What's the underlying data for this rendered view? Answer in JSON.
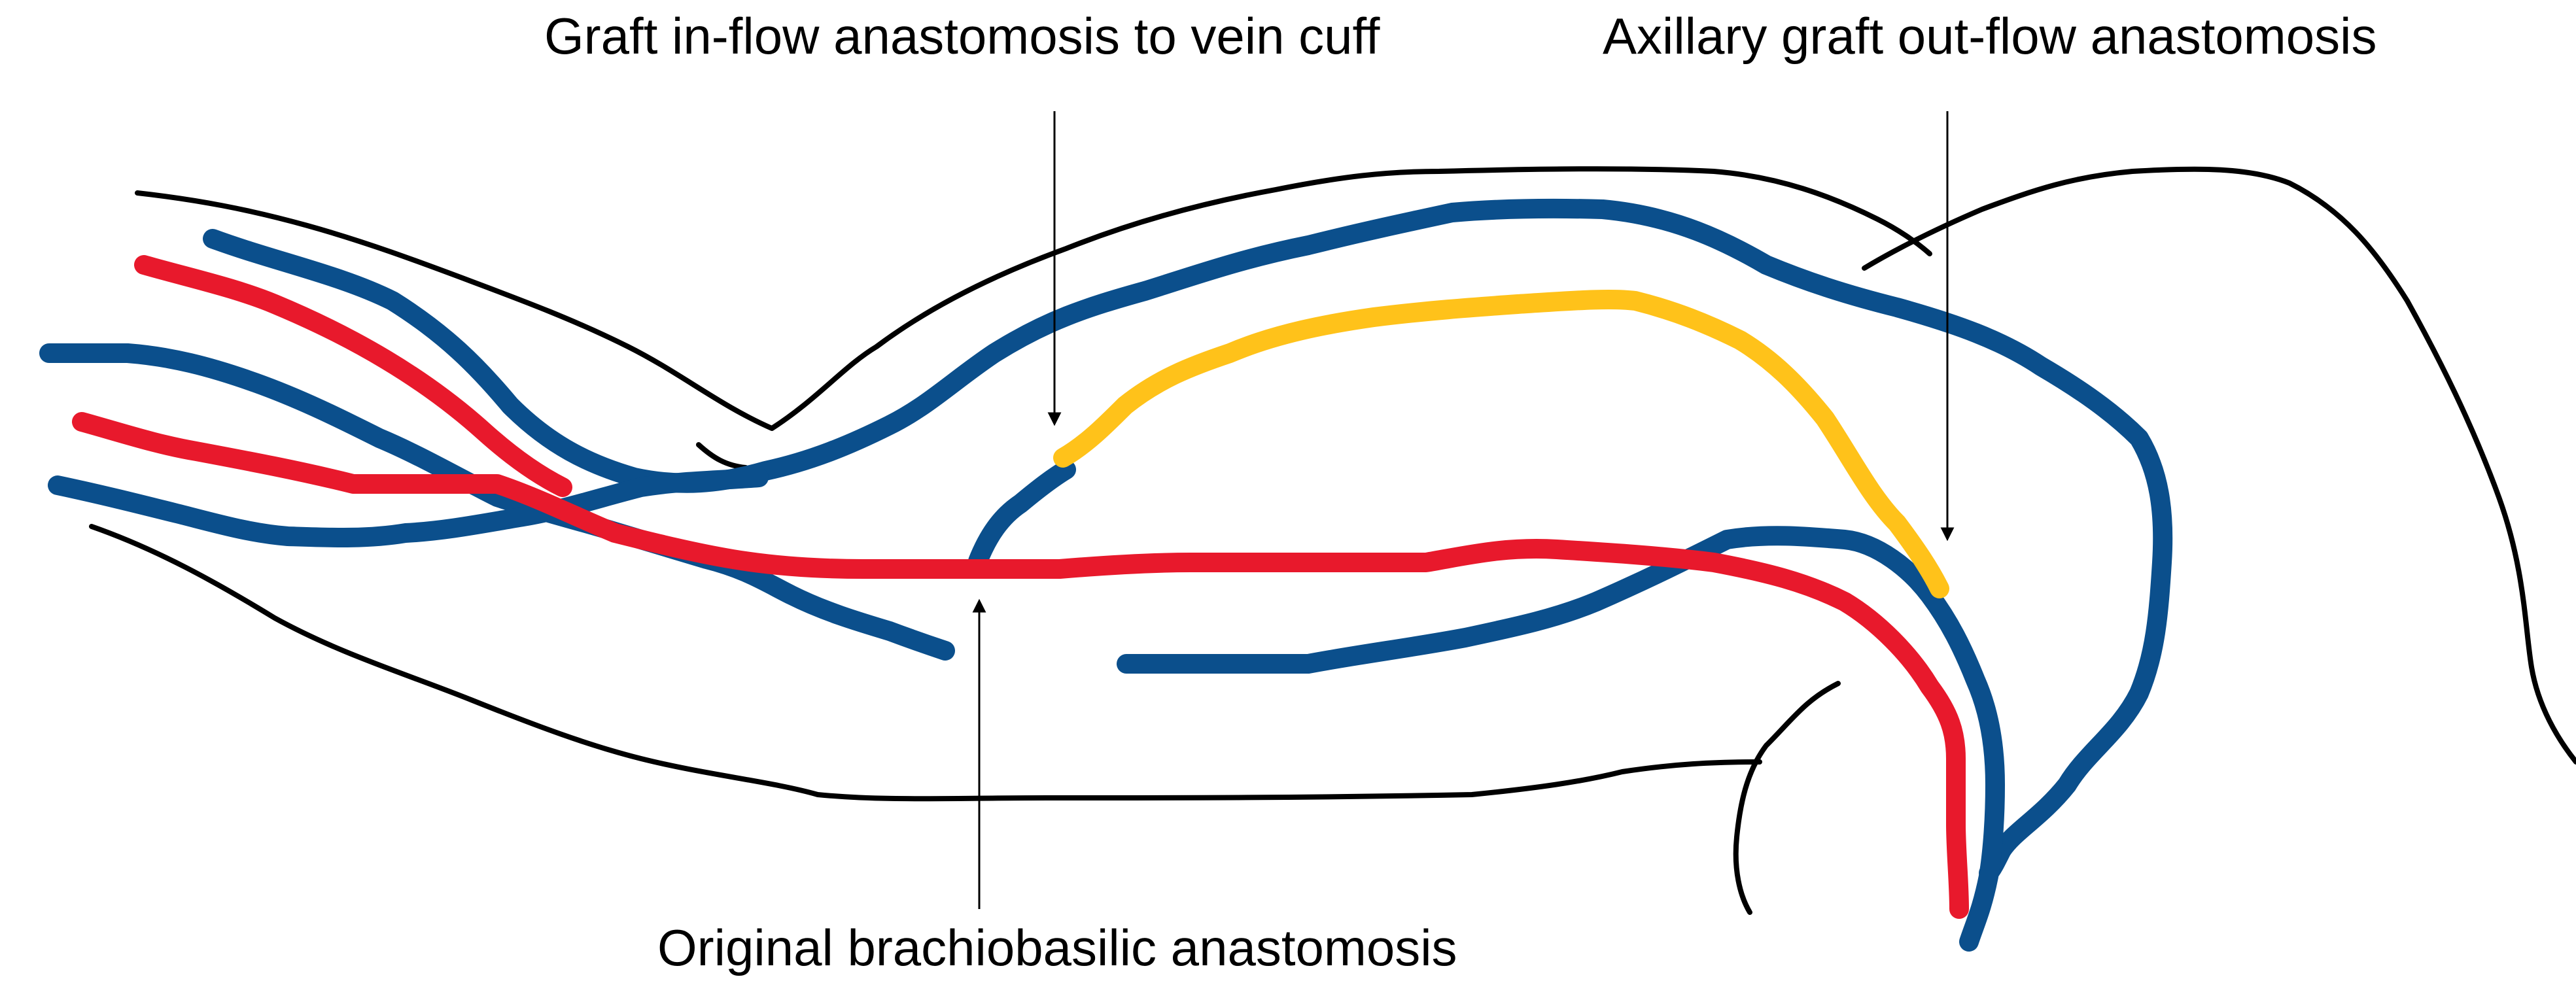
{
  "labels": {
    "inflow": "Graft in-flow anastomosis to vein cuff",
    "outflow": "Axillary graft out-flow anastomosis",
    "original": "Original brachiobasilic anastomosis"
  },
  "colors": {
    "outline": "#000000",
    "vein": "#0B4F8C",
    "artery": "#E8192C",
    "graft": "#FFC21A",
    "arrow": "#000000"
  }
}
